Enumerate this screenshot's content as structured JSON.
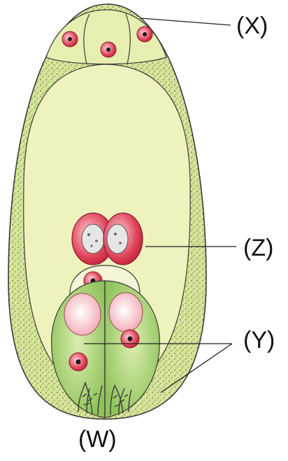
{
  "labels": {
    "x": "(X)",
    "z": "(Z)",
    "y": "(Y)",
    "w": "(W)"
  },
  "colors": {
    "wall_fill": "#d7e59a",
    "wall_stipple": "#6b6b3c",
    "cavity": "#eef2bd",
    "antipodal": "#e6efb0",
    "nucleus": "#e0425a",
    "nucleolus": "#1a1a1a",
    "synergid": "#a9d36e",
    "vacuole": "#f6c7cd",
    "polar_fill": "#f0dce2",
    "line": "#3a3a3a"
  }
}
